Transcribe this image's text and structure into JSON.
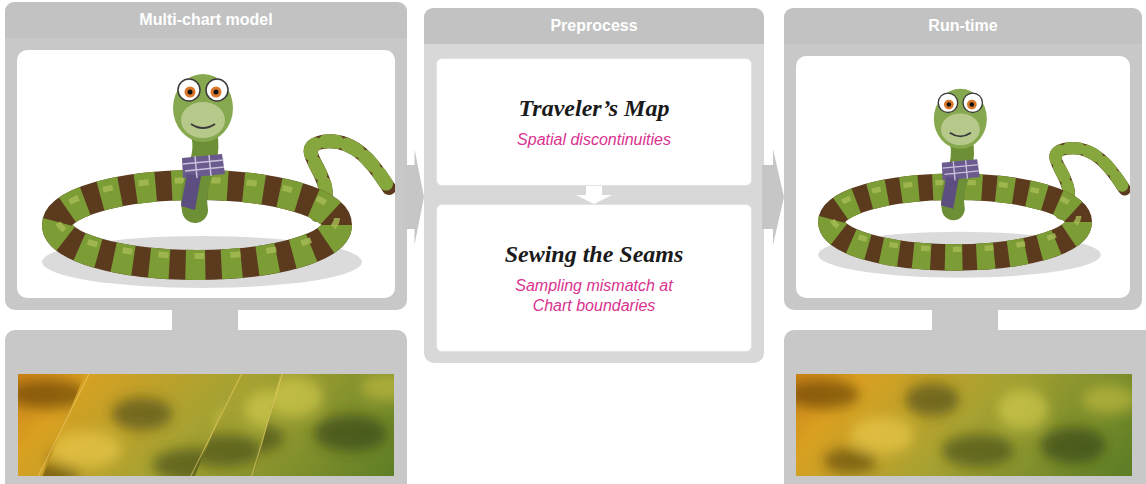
{
  "diagram": {
    "nodes": [
      {
        "text": [
          "Multi-chart model"
        ]
      },
      {
        "text": [
          "Preprocess"
        ]
      },
      {
        "text": [
          "Traveler’s Map",
          "Spatial discontinuities"
        ],
        "in": 1
      },
      {
        "text": [
          "Sewing the Seams",
          "Sampling mismatch at Chart boundaries"
        ],
        "in": 1
      },
      {
        "text": [
          "Run-time"
        ]
      }
    ],
    "edges": [
      {
        "from": 0,
        "to": 1,
        "arrow": "to"
      },
      {
        "from": 1,
        "to": 4,
        "arrow": "to"
      },
      {
        "from": 2,
        "to": 3,
        "arrow": "to"
      }
    ]
  }
}
